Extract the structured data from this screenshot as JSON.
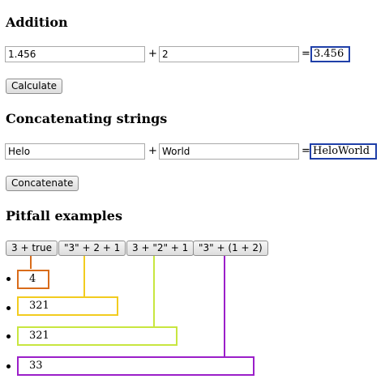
{
  "addition": {
    "title": "Addition",
    "input_a": "1.456",
    "operator": "+",
    "input_b": "2",
    "equals": "=",
    "result": "3.456",
    "button_label": "Calculate"
  },
  "concatenation": {
    "title": "Concatenating strings",
    "input_a": "Helo",
    "operator": "+",
    "input_b": "World",
    "equals": "=",
    "result": "HeloWorld",
    "button_label": "Concatenate"
  },
  "pitfalls": {
    "title": "Pitfall examples",
    "buttons": [
      {
        "label": "3 + true"
      },
      {
        "label": "\"3\" + 2 + 1"
      },
      {
        "label": "3 + \"2\" + 1"
      },
      {
        "label": "\"3\" + (1 + 2)"
      }
    ],
    "results": [
      {
        "value": "4",
        "color": "#d96c1a"
      },
      {
        "value": "321",
        "color": "#f2cc1f"
      },
      {
        "value": "321",
        "color": "#c8e640"
      },
      {
        "value": "33",
        "color": "#9b1fc9"
      }
    ]
  },
  "colors": {
    "result_border": "#1f3fa8",
    "field_border": "#a9a9a9"
  }
}
